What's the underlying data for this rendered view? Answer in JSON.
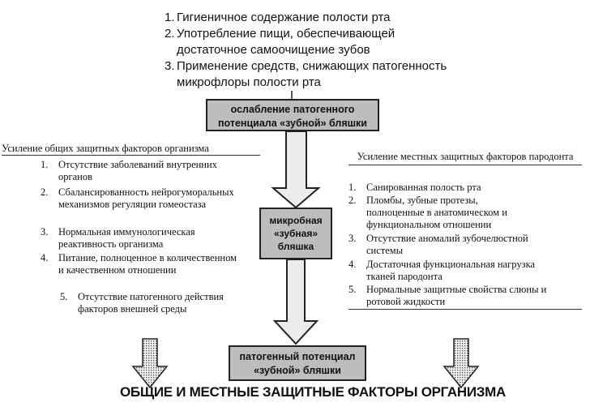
{
  "top_list": [
    {
      "num": "1.",
      "text": "Гигиеничное содержание полости рта"
    },
    {
      "num": "2.",
      "text": "Употребление пищи, обеспечивающей достаточное самоочищение зубов"
    },
    {
      "num": "3.",
      "text": "Применение средств, снижающих патогенность микрофлоры полости рта"
    }
  ],
  "box_weaken": {
    "line1": "ослабление патогенного",
    "line2": "потенциала «зубной» бляшки"
  },
  "box_plaque": {
    "line1": "микробная",
    "line2": "«зубная»",
    "line3": "бляшка"
  },
  "box_patho": {
    "line1": "патогенный потенциал",
    "line2": "«зубной» бляшки"
  },
  "left_panel": {
    "title": "Усиление общих защитных факторов организма",
    "items": [
      {
        "num": "1.",
        "text": "Отсутствие заболеваний внутренних органов"
      },
      {
        "num": "2.",
        "text": "Сбалансированность нейрогуморальных механизмов регуляции гомеостаза"
      },
      {
        "num": "3.",
        "text": "Нормальная иммунологическая реактивность организма"
      },
      {
        "num": "4.",
        "text": "Питание, полноценное в количественном и качественном отношении"
      },
      {
        "num": "5.",
        "text": "Отсутствие патогенного действия факторов внешней среды"
      }
    ]
  },
  "right_panel": {
    "title": "Усиление местных защитных факторов пародонта",
    "items": [
      {
        "num": "1.",
        "text": "Санированная полость рта"
      },
      {
        "num": "2.",
        "text": "Пломбы, зубные протезы, полноценные в анатомическом и функциональном отношении"
      },
      {
        "num": "3.",
        "text": "Отсутствие аномалий зубочелюстной системы"
      },
      {
        "num": "4.",
        "text": "Достаточная функциональная нагрузка тканей пародонта"
      },
      {
        "num": "5.",
        "text": "Нормальные защитные свойства слюны и ротовой жидкости"
      }
    ]
  },
  "bottom_caption": "ОБЩИЕ И МЕСТНЫЕ ЗАЩИТНЫЕ ФАКТОРЫ ОРГАНИЗМА",
  "colors": {
    "box_fill": "#bdbdbd",
    "arrow_fill": "#e8e8e8",
    "stroke": "#222222"
  }
}
